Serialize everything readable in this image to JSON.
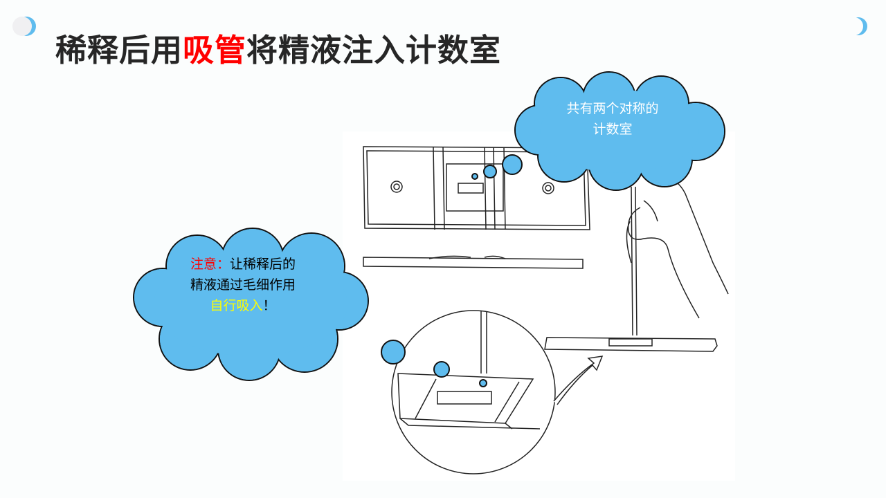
{
  "slide": {
    "title_part1": "稀释后用",
    "title_highlight": "吸管",
    "title_part2": "将精液注入计数室",
    "callout_top": {
      "line1": "共有两个对称的",
      "line2": "计数室"
    },
    "callout_left": {
      "note_label": "注意：",
      "line1_rest": "让稀释后的",
      "line2": "精液通过毛细作用",
      "highlight": "自行吸入",
      "end": "！"
    }
  },
  "colors": {
    "accent": "#5fbcee",
    "highlight_red": "#ff0000",
    "highlight_yellow": "#ffff00",
    "title": "#262626"
  }
}
